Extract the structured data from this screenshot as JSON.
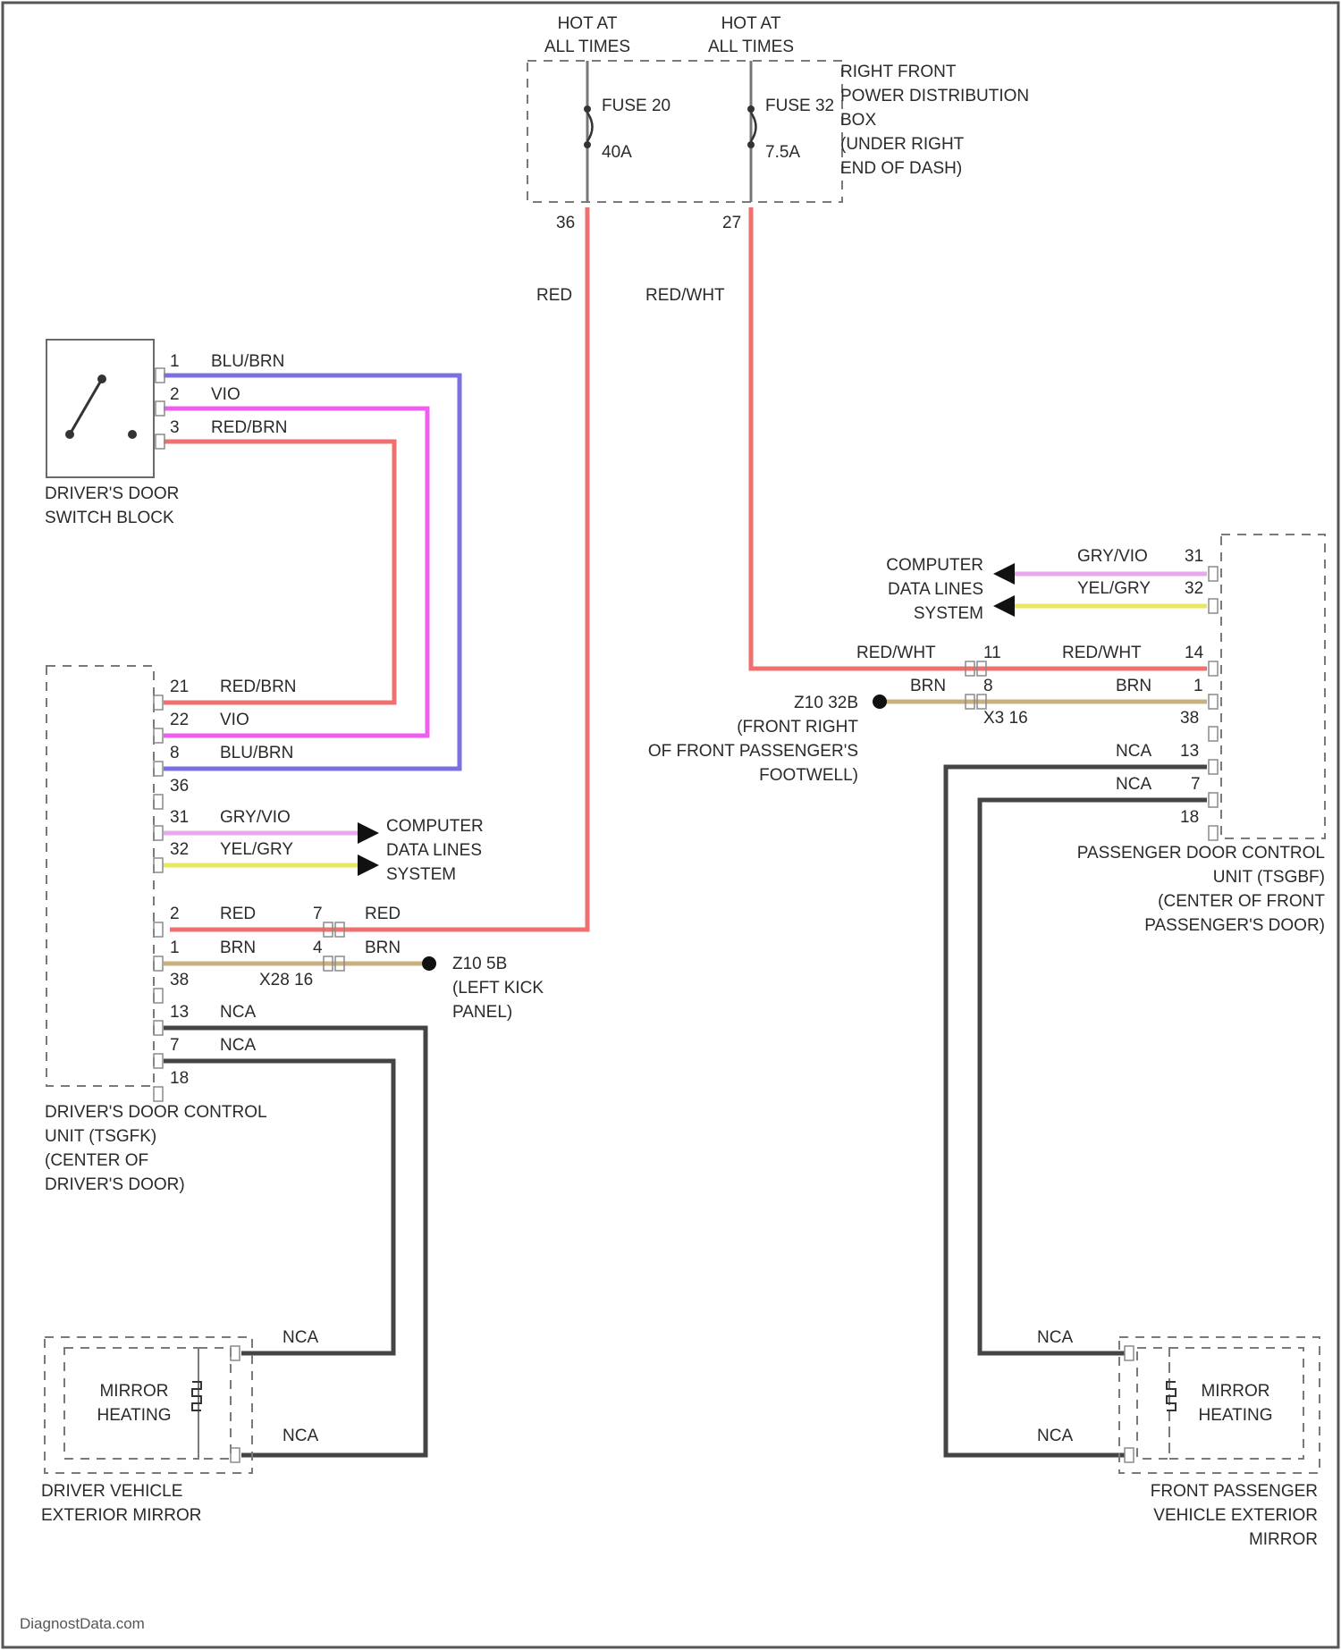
{
  "colors": {
    "red": "#f07070",
    "violet": "#f05ef0",
    "blue_brown": "#7a70e0",
    "yellow": "#e8e860",
    "grey_violet": "#e8a8ec",
    "brown": "#c8b080",
    "nca": "#444444",
    "frame": "#555555"
  },
  "fusebox": {
    "hot1": "HOT AT",
    "hot1b": "ALL TIMES",
    "hot2": "HOT AT",
    "hot2b": "ALL TIMES",
    "fuse1_name": "FUSE 20",
    "fuse1_amp": "40A",
    "fuse2_name": "FUSE 32",
    "fuse2_amp": "7.5A",
    "label_lines": [
      "RIGHT FRONT",
      "POWER DISTRIBUTION",
      "BOX",
      "(UNDER RIGHT",
      "END OF DASH)"
    ],
    "pin1": "36",
    "pin2": "27"
  },
  "wires": {
    "red": "RED",
    "red_wht": "RED/WHT"
  },
  "switch_block": {
    "label_lines": [
      "DRIVER'S DOOR",
      "SWITCH BLOCK"
    ],
    "pins": [
      {
        "pin": "1",
        "color": "BLU/BRN"
      },
      {
        "pin": "2",
        "color": "VIO"
      },
      {
        "pin": "3",
        "color": "RED/BRN"
      }
    ]
  },
  "driver_dcu": {
    "label_lines": [
      "DRIVER'S DOOR CONTROL",
      "UNIT (TSGFK)",
      "(CENTER OF",
      "DRIVER'S DOOR)"
    ],
    "switch_pins": [
      {
        "pin": "21",
        "color": "RED/BRN"
      },
      {
        "pin": "22",
        "color": "VIO"
      },
      {
        "pin": "8",
        "color": "BLU/BRN"
      },
      {
        "pin": "36",
        "color": ""
      }
    ],
    "data_pins": [
      {
        "pin": "31",
        "color": "GRY/VIO"
      },
      {
        "pin": "32",
        "color": "YEL/GRY"
      }
    ],
    "data_label_lines": [
      "COMPUTER",
      "DATA LINES",
      "SYSTEM"
    ],
    "power_pins": [
      {
        "pin": "2",
        "color": "RED",
        "cpin": "7",
        "ccolor": "RED"
      },
      {
        "pin": "1",
        "color": "BRN",
        "cpin": "4",
        "ccolor": "BRN"
      }
    ],
    "pin_38": "38",
    "connector": "X28 16",
    "ground_lines": [
      "Z10 5B",
      "(LEFT KICK",
      "PANEL)"
    ],
    "mirror_pins": [
      {
        "pin": "13",
        "color": "NCA"
      },
      {
        "pin": "7",
        "color": "NCA"
      },
      {
        "pin": "18",
        "color": ""
      }
    ]
  },
  "passenger_dcu": {
    "label_lines": [
      "PASSENGER DOOR CONTROL",
      "UNIT (TSGBF)",
      "(CENTER OF FRONT",
      "PASSENGER'S DOOR)"
    ],
    "data_pins": [
      {
        "pin": "31",
        "color": "GRY/VIO"
      },
      {
        "pin": "32",
        "color": "YEL/GRY"
      }
    ],
    "data_label_lines": [
      "COMPUTER",
      "DATA LINES",
      "SYSTEM"
    ],
    "power_pins": [
      {
        "cpin": "11",
        "ccolor": "RED/WHT",
        "pin": "14",
        "color": "RED/WHT"
      },
      {
        "cpin": "8",
        "ccolor": "BRN",
        "pin": "1",
        "color": "BRN"
      }
    ],
    "pin_38": "38",
    "connector": "X3 16",
    "ground_lines": [
      "Z10 32B",
      "(FRONT RIGHT",
      "OF FRONT PASSENGER'S",
      "FOOTWELL)"
    ],
    "mirror_pins": [
      {
        "pin": "13",
        "color": "NCA"
      },
      {
        "pin": "7",
        "color": "NCA"
      },
      {
        "pin": "18",
        "color": ""
      }
    ]
  },
  "driver_mirror": {
    "inner_lines": [
      "MIRROR",
      "HEATING"
    ],
    "label_lines": [
      "DRIVER VEHICLE",
      "EXTERIOR MIRROR"
    ],
    "wire_top": "NCA",
    "wire_bottom": "NCA"
  },
  "passenger_mirror": {
    "inner_lines": [
      "MIRROR",
      "HEATING"
    ],
    "label_lines": [
      "FRONT PASSENGER",
      "VEHICLE EXTERIOR",
      "MIRROR"
    ],
    "wire_top": "NCA",
    "wire_bottom": "NCA"
  },
  "watermark": "DiagnostData.com"
}
